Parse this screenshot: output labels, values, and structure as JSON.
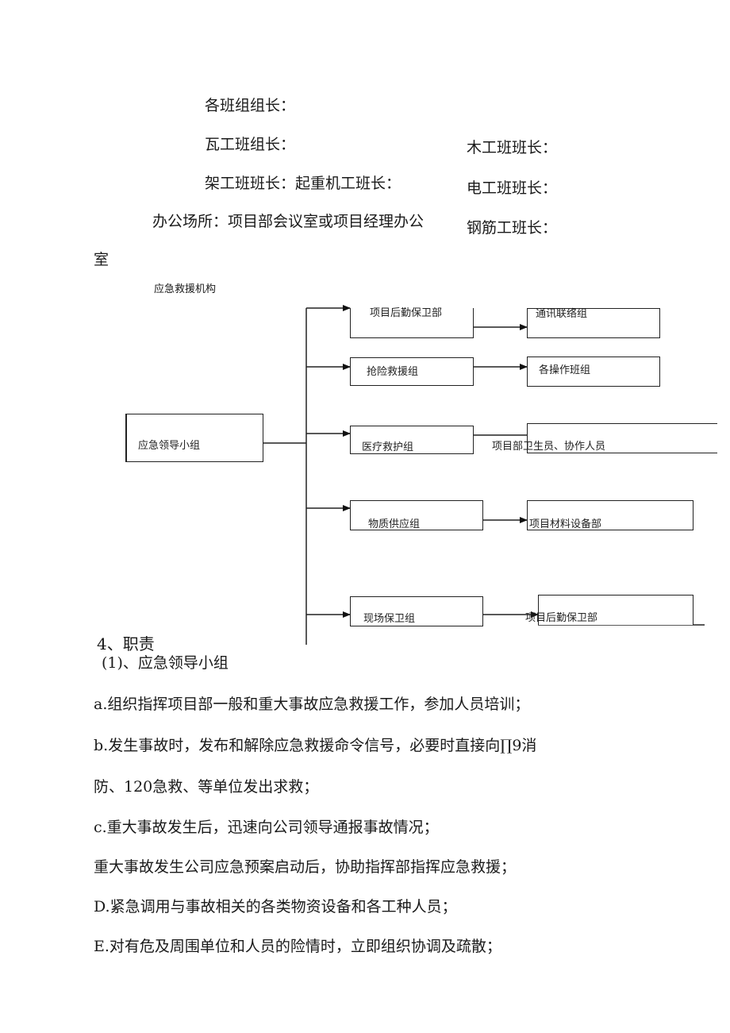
{
  "top": {
    "line1": "各班组组长：",
    "line2a": "瓦工班组长：",
    "line2b": "木工班班长：",
    "line3a": "架工班班长：起重机工班长：",
    "line3b": "电工班班长：",
    "line4a": "办公场所：项目部会议室或项目经理办公",
    "line4b": "钢筋工班长：",
    "line5": "室"
  },
  "diagram": {
    "title": "应急救援机构",
    "leader": "应急领导小组",
    "groups": [
      {
        "name": "项目后勤保卫部",
        "target": "通讯联络组"
      },
      {
        "name": "抢险救援组",
        "target": "各操作班组"
      },
      {
        "name": "医疗救护组",
        "target": "项目部卫生员、协作人员"
      },
      {
        "name": "物质供应组",
        "target": "项目材料设备部"
      },
      {
        "name": "现场保卫组",
        "target": "项目后勤保卫部"
      }
    ]
  },
  "section": {
    "heading": "4、职责",
    "subheading": "(1)、应急领导小组",
    "items": [
      "a.组织指挥项目部一般和重大事故应急救援工作，参加人员培训；",
      "b.发生事故时，发布和解除应急救援命令信号，必要时直接向∏9消",
      "防、120急救、等单位发出求救；",
      "c.重大事故发生后，迅速向公司领导通报事故情况；",
      "重大事故发生公司应急预案启动后，协助指挥部指挥应急救援；",
      "D.紧急调用与事故相关的各类物资设备和各工种人员；",
      "E.对有危及周围单位和人员的险情时，立即组织协调及疏散；"
    ]
  }
}
